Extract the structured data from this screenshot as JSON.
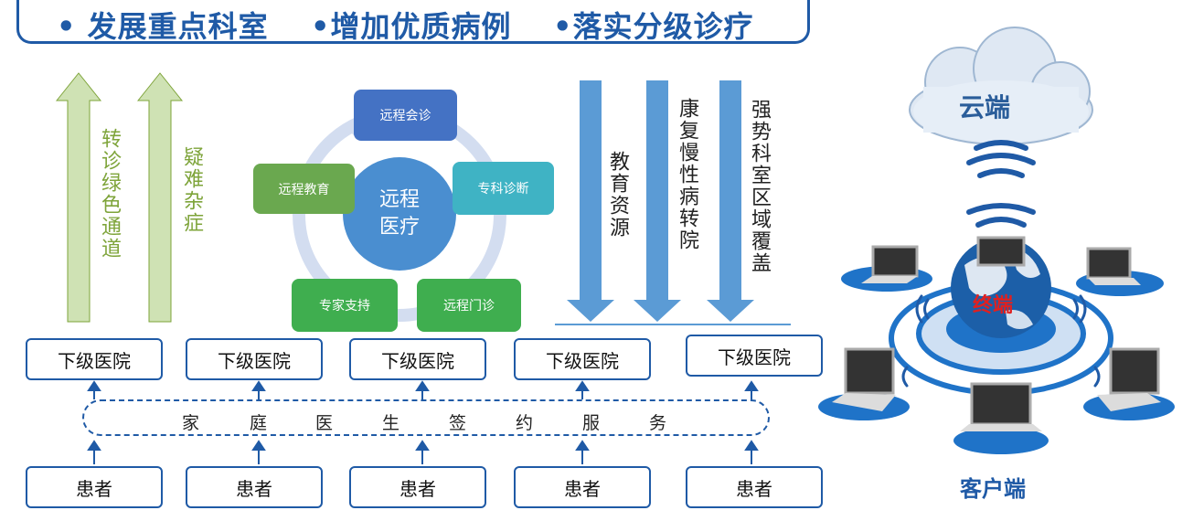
{
  "banner": {
    "items": [
      "• 发展重点科室",
      "•增加优质病例",
      "•落实分级诊疗"
    ]
  },
  "left_arrows": {
    "green_channel": "转诊绿色通道",
    "difficult_cases": "疑难杂症"
  },
  "center": {
    "hub": [
      "远程",
      "医疗"
    ],
    "nodes": {
      "consultation": "远程会诊",
      "specialist_diagnosis": "专科诊断",
      "outpatient": "远程门诊",
      "expert_support": "专家支持",
      "education": "远程教育"
    }
  },
  "right_arrows": {
    "education_resources": "教育资源",
    "rehab": "康复慢性病转院",
    "strong_departments": "强势科室区域覆盖"
  },
  "hospitals": [
    "下级医院",
    "下级医院",
    "下级医院",
    "下级医院",
    "下级医院"
  ],
  "family_service_chars": [
    "家",
    "庭",
    "医",
    "生",
    "签",
    "约",
    "服",
    "务"
  ],
  "patients": [
    "患者",
    "患者",
    "患者",
    "患者",
    "患者"
  ],
  "network": {
    "cloud": "云端",
    "terminal": "终端",
    "client": "客户端"
  },
  "colors": {
    "primary": "#1f5aa6",
    "arrow_green": "#cfe2b4",
    "arrow_blue": "#5b9bd5",
    "hub_blue": "#4a8ed0",
    "node_blue": "#4472c4",
    "node_teal": "#3fb3c4",
    "node_green": "#3fae4f",
    "node_green2": "#6aa84f",
    "terminal_red": "#e02020"
  }
}
